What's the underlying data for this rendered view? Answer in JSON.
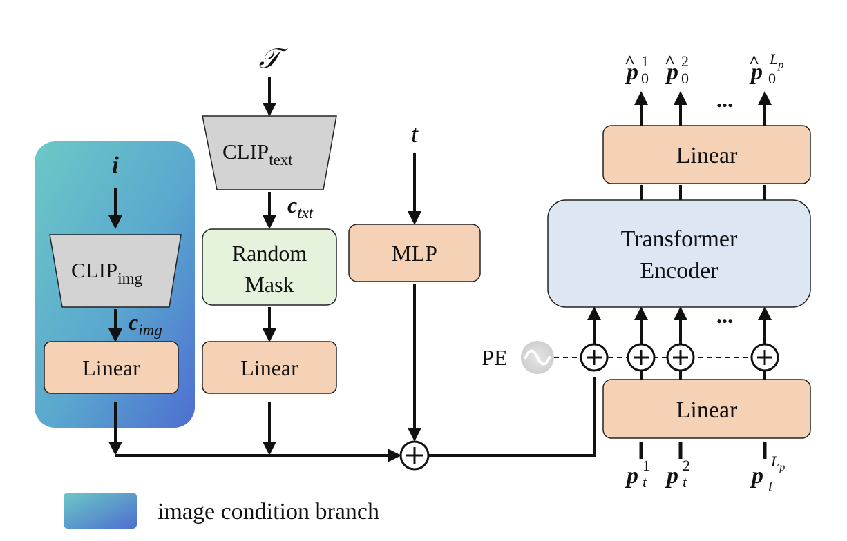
{
  "inputs": {
    "image": "i",
    "text": "𝒯",
    "timestep": "t"
  },
  "image_branch": {
    "encoder_main": "CLIP",
    "encoder_sub": "img",
    "feature_main": "c",
    "feature_sub": "img",
    "linear": "Linear"
  },
  "text_branch": {
    "encoder_main": "CLIP",
    "encoder_sub": "text",
    "feature_main": "c",
    "feature_sub": "txt",
    "random_mask_line1": "Random",
    "random_mask_line2": "Mask",
    "linear": "Linear"
  },
  "time_branch": {
    "mlp": "MLP"
  },
  "transformer": {
    "line1": "Transformer",
    "line2": "Encoder",
    "linear_in": "Linear",
    "linear_out": "Linear",
    "pe": "PE",
    "ellipsis": "..."
  },
  "outputs": {
    "p0_1_sup": "1",
    "p0_2_sup": "2",
    "p0_L_sup_main": "L",
    "p0_L_sup_sub": "p",
    "p0_sub": "0",
    "pt_1_sup": "1",
    "pt_2_sup": "2",
    "pt_L_sup_main": "L",
    "pt_L_sup_sub": "p",
    "pt_sub": "t"
  },
  "legend": {
    "label": "image condition branch"
  },
  "colors": {
    "linear_fill": "#f5d1b5",
    "clip_fill": "#d3d3d3",
    "mask_fill": "#e5f2dc",
    "transformer_fill": "#dde6f3",
    "branch_grad_start": "#6cc8c6",
    "branch_grad_end": "#4e6ed0"
  }
}
